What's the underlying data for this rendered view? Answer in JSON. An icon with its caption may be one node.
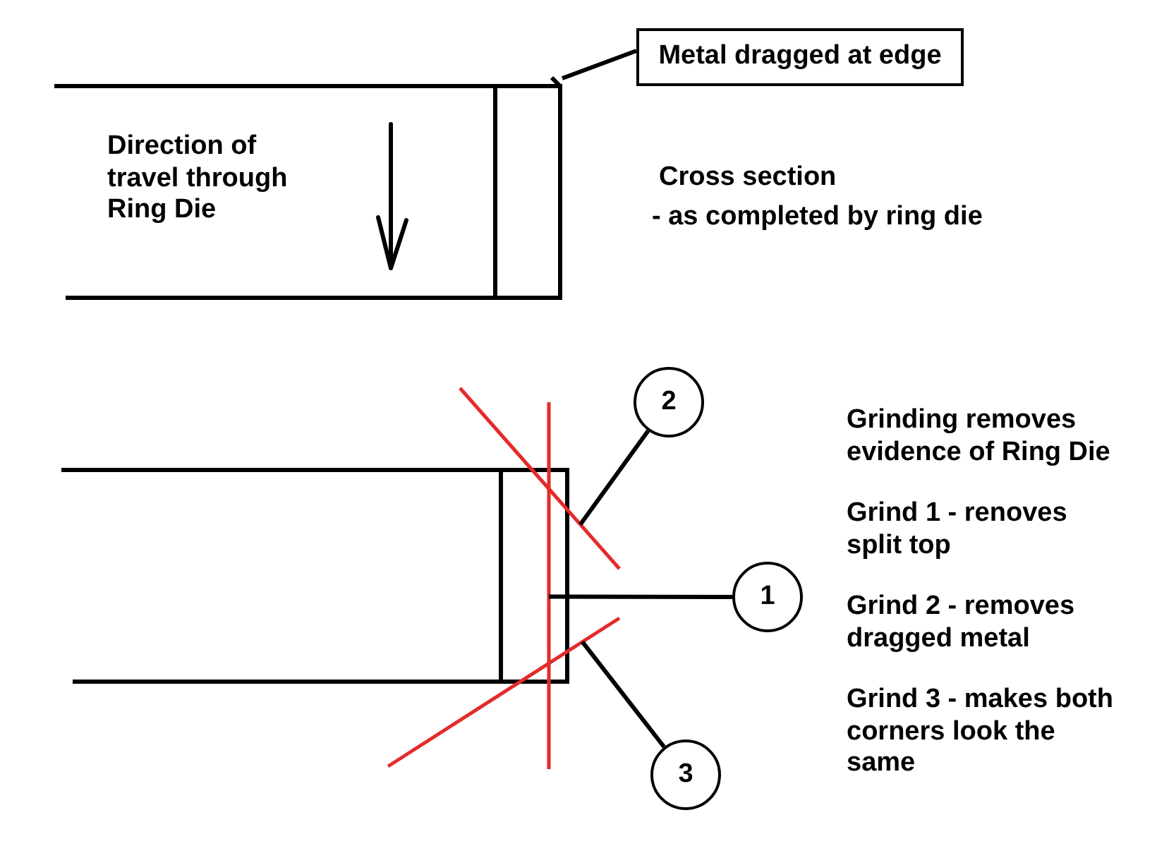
{
  "diagram": {
    "nodes": [
      {
        "text": [
          "Metal dragged at edge"
        ]
      },
      {
        "text": [],
        "shape": "line"
      },
      {
        "text": [
          "2"
        ]
      },
      {
        "text": [],
        "shape": "line"
      },
      {
        "text": [],
        "shape": "line"
      },
      {
        "text": [
          "1"
        ]
      },
      {
        "text": [],
        "shape": "line"
      },
      {
        "text": [
          "3"
        ]
      }
    ],
    "edges": [
      {
        "from": 0,
        "to": 1,
        "arrow": "none"
      },
      {
        "from": 2,
        "to": 3,
        "arrow": "none"
      },
      {
        "from": 5,
        "to": 4,
        "arrow": "none"
      },
      {
        "from": 7,
        "to": 6,
        "arrow": "none"
      }
    ],
    "labels": [
      "Direction of travel through Ring Die",
      "Cross section",
      "- as completed by ring die",
      "Grinding removes evidence of Ring Die",
      "Grind 1 - renoves split top",
      "Grind 2 - removes dragged metal",
      "Grind 3 - makes both corners look the same"
    ]
  }
}
